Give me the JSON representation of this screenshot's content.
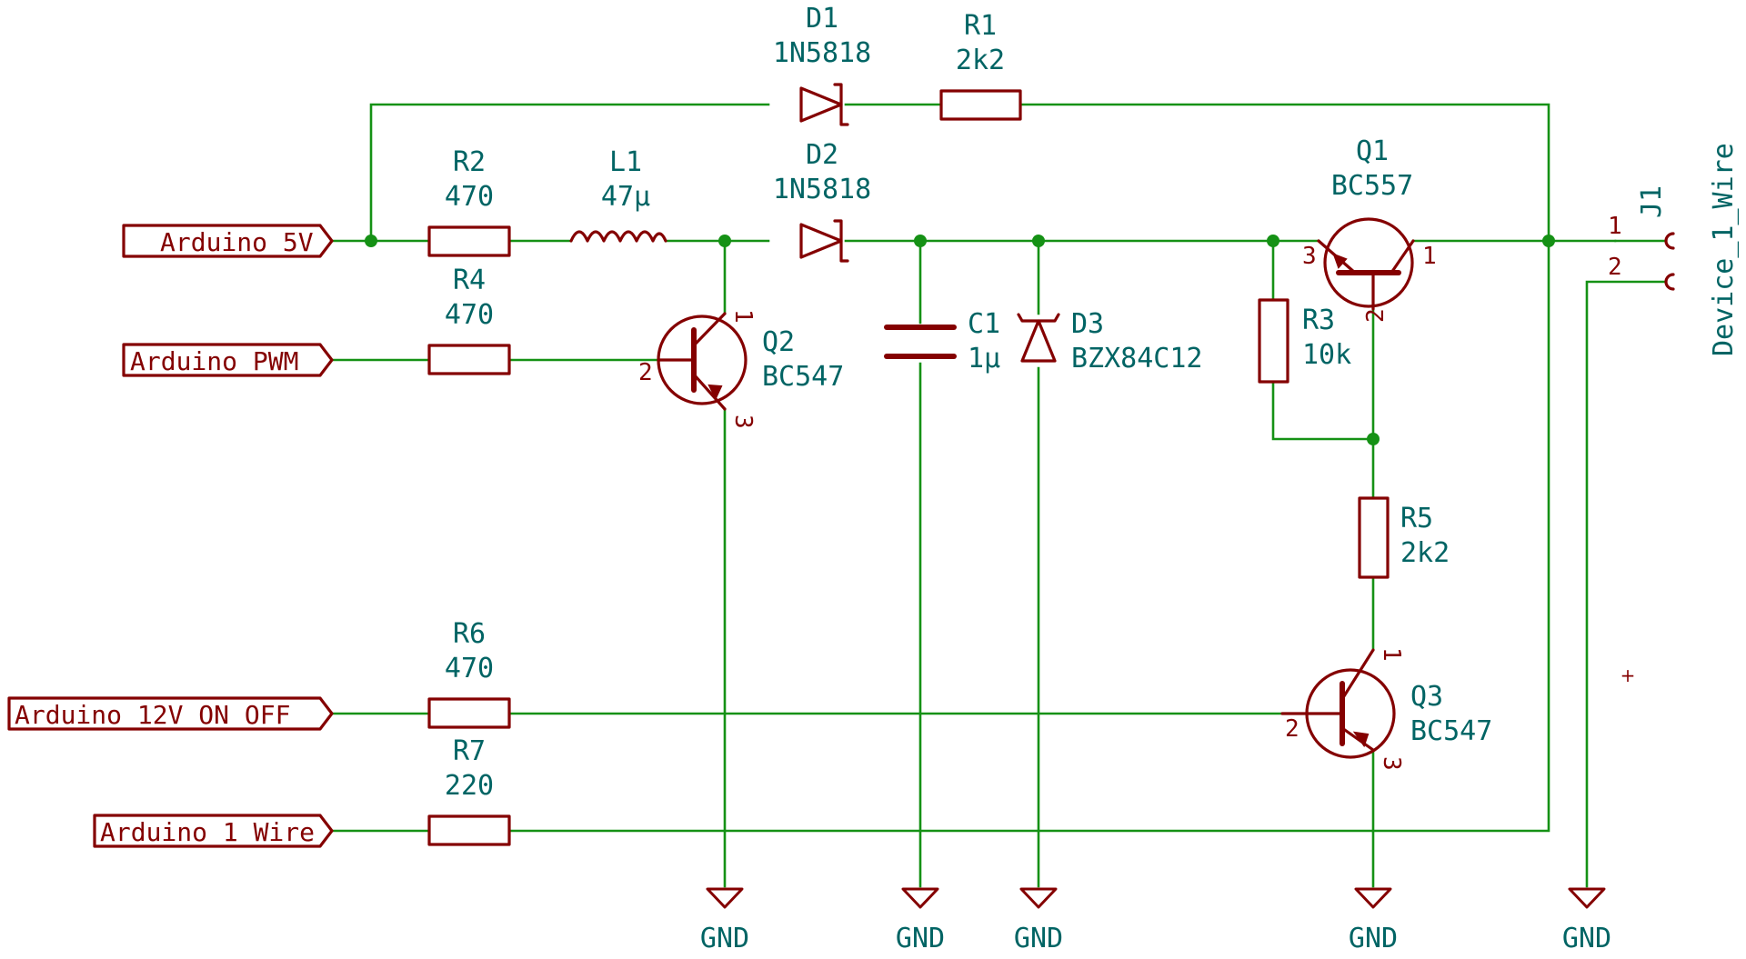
{
  "components": {
    "d1": {
      "ref": "D1",
      "value": "1N5818"
    },
    "r1": {
      "ref": "R1",
      "value": "2k2"
    },
    "r2": {
      "ref": "R2",
      "value": "470"
    },
    "l1": {
      "ref": "L1",
      "value": "47µ"
    },
    "d2": {
      "ref": "D2",
      "value": "1N5818"
    },
    "q1": {
      "ref": "Q1",
      "value": "BC557"
    },
    "r4": {
      "ref": "R4",
      "value": "470"
    },
    "q2": {
      "ref": "Q2",
      "value": "BC547"
    },
    "c1": {
      "ref": "C1",
      "value": "1µ"
    },
    "d3": {
      "ref": "D3",
      "value": "BZX84C12"
    },
    "r3": {
      "ref": "R3",
      "value": "10k"
    },
    "r5": {
      "ref": "R5",
      "value": "2k2"
    },
    "r6": {
      "ref": "R6",
      "value": "470"
    },
    "q3": {
      "ref": "Q3",
      "value": "BC547"
    },
    "r7": {
      "ref": "R7",
      "value": "220"
    },
    "j1": {
      "ref": "J1",
      "value": "Device_1_Wire"
    }
  },
  "pins": {
    "one": "1",
    "two": "2",
    "three": "3"
  },
  "labels": {
    "arduino_5v": "Arduino_5V",
    "arduino_pwm": "Arduino_PWM",
    "arduino_12v": "Arduino_12V_ON_OFF",
    "arduino_1wire": "Arduino_1_Wire"
  },
  "gnd": "GND",
  "marker": "+",
  "colors": {
    "wire": "#159115",
    "symbol": "#840000",
    "reference": "#006464"
  }
}
